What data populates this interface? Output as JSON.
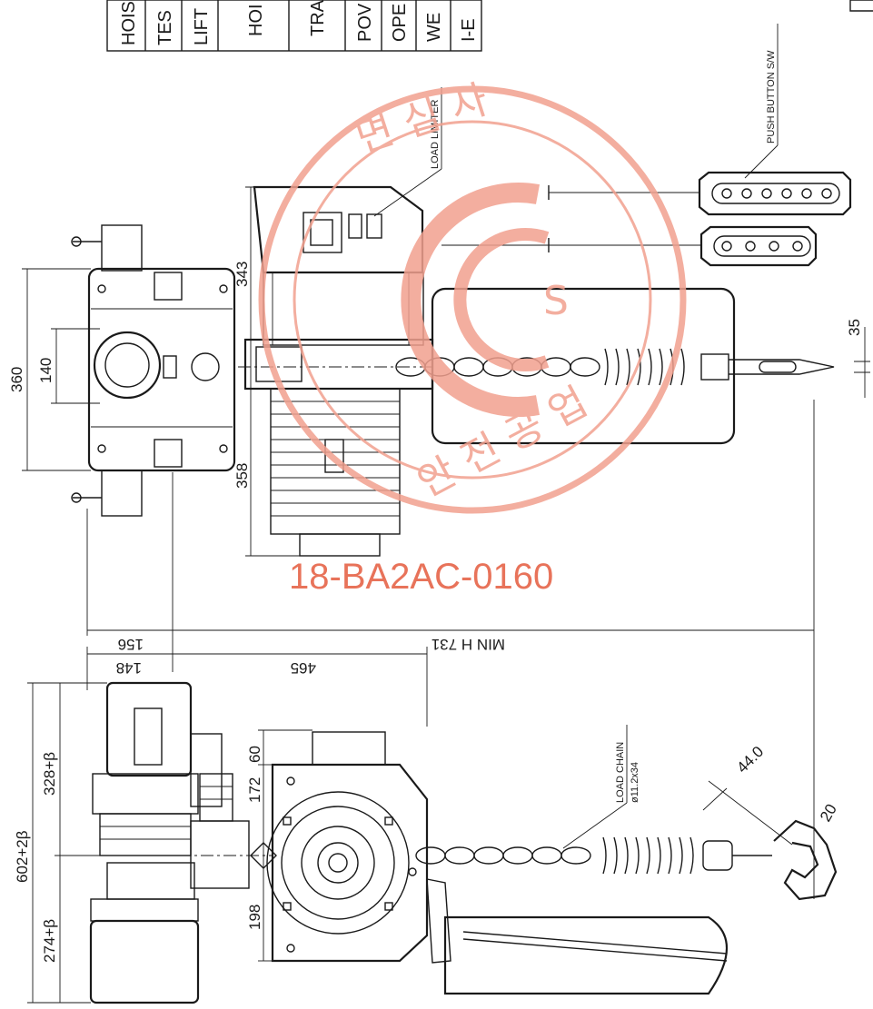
{
  "table": {
    "rows": [
      "HOIS",
      "TES",
      "LIFT",
      "HOI",
      "TRA",
      "POV",
      "OPE",
      "WE",
      "I-E"
    ]
  },
  "labels": {
    "push_button": "PUSH BUTTON S/W",
    "load_limiter": "LOAD LIMITER",
    "load_chain": "LOAD CHAIN",
    "chain_spec": "ø11.2x34",
    "certificate_no": "18-BA2AC-0160"
  },
  "dimensions": {
    "d343": "343",
    "d358": "358",
    "d360": "360",
    "d140": "140",
    "d35": "35",
    "d156": "156",
    "d148": "148",
    "d465": "465",
    "min_h": "MIN H 731",
    "d60": "60",
    "d172": "172",
    "d198": "198",
    "d328": "328+β",
    "d602": "602+2β",
    "d274": "274+β",
    "d440": "44.0",
    "d20": "20"
  },
  "stamp": {
    "ring_text": "면 심 사",
    "ring_text_bottom": "안 전 공 업",
    "seal_letter": "S",
    "color": "#f2a08f"
  },
  "pendants": [
    {
      "buttons": 6
    },
    {
      "buttons": 4
    }
  ]
}
